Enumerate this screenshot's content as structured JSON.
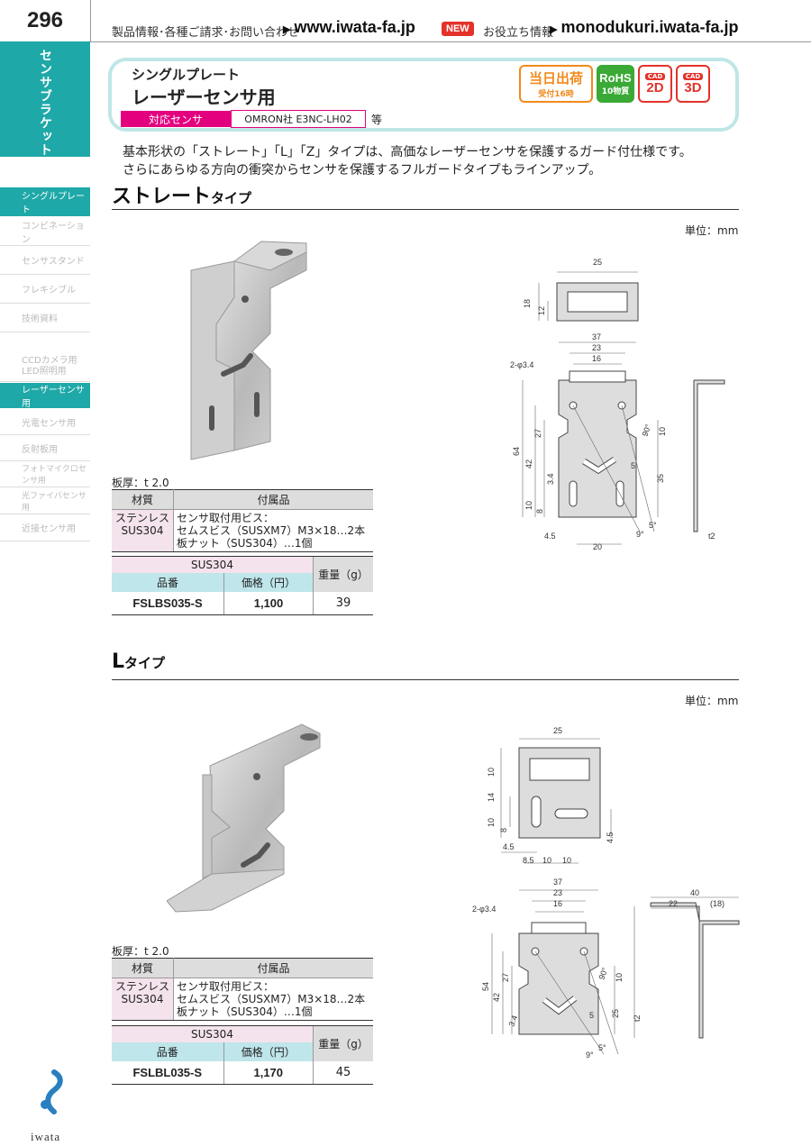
{
  "header": {
    "page_number": "296",
    "label": "製品情報･各種ご請求･お問い合わせ",
    "url": "www.iwata-fa.jp",
    "new_badge": "NEW",
    "info_label": "お役立ち情報",
    "url2": "monodukuri.iwata-fa.jp"
  },
  "sidebar": {
    "category": "センサブラケット",
    "items": [
      {
        "label": "シングルプレート"
      },
      {
        "label": "コンビネーション"
      },
      {
        "label": "センサスタンド"
      },
      {
        "label": "フレキシブル"
      },
      {
        "label": "技術資料"
      },
      {
        "label": "CCDカメラ用"
      },
      {
        "label": "LED照明用"
      },
      {
        "label": "レーザーセンサ用"
      },
      {
        "label": "光電センサ用"
      },
      {
        "label": "反射板用"
      },
      {
        "label": "フォトマイクロセンサ用"
      },
      {
        "label": "光ファイバセンサ用"
      },
      {
        "label": "近接センサ用"
      }
    ]
  },
  "title": {
    "sub": "シングルプレート",
    "main": "レーザーセンサ用",
    "sensor_label": "対応センサ",
    "sensor_value": "OMRON社 E3NC-LH02",
    "sensor_suffix": "等"
  },
  "badges": {
    "same_day_1": "当日出荷",
    "same_day_2": "受付16時",
    "rohs_1": "RoHS",
    "rohs_2": "10物質",
    "cad_label": "CAD",
    "cad2d": "2D",
    "cad3d": "3D"
  },
  "intro": {
    "line1": "基本形状の「ストレート」「L」「Z」タイプは、高価なレーザーセンサを保護するガード付仕様です。",
    "line2": "さらにあらゆる方向の衝突からセンサを保護するフルガードタイプもラインアップ。"
  },
  "sections": [
    {
      "title": "ストレート",
      "title_suffix": "タイプ",
      "unit": "単位：mm",
      "thickness": "板厚：t 2.0",
      "spec_headers": [
        "材質",
        "付属品"
      ],
      "material": [
        "ステンレス",
        "SUS304"
      ],
      "accessories": [
        "センサ取付用ビス：",
        "セムスビス（SUSXM7）M3×18…2本",
        "板ナット（SUS304）…1個"
      ],
      "price_headers": {
        "group": "SUS304",
        "part": "品番",
        "price": "価格（円）",
        "weight": "重量（g）"
      },
      "part_no": "FSLBS035-S",
      "price": "1,100",
      "weight": "39",
      "dims": {
        "top_w": "25",
        "top_h1": "18",
        "top_h2": "12",
        "w37": "37",
        "w23": "23",
        "w16": "16",
        "hole": "2-φ3.4",
        "h64": "64",
        "h42": "42",
        "h27": "27",
        "d34": "3.4",
        "d10": "10",
        "d8": "8",
        "a90": "90°",
        "r10": "10",
        "r5": "5",
        "r35": "35",
        "b45": "4.5",
        "b20": "20",
        "b9": "9°",
        "b5": "5°",
        "t2": "t2"
      }
    },
    {
      "title": "L",
      "title_suffix": "タイプ",
      "unit": "単位：mm",
      "thickness": "板厚：t 2.0",
      "spec_headers": [
        "材質",
        "付属品"
      ],
      "material": [
        "ステンレス",
        "SUS304"
      ],
      "accessories": [
        "センサ取付用ビス：",
        "セムスビス（SUSXM7）M3×18…2本",
        "板ナット（SUS304）…1個"
      ],
      "price_headers": {
        "group": "SUS304",
        "part": "品番",
        "price": "価格（円）",
        "weight": "重量（g）"
      },
      "part_no": "FSLBL035-S",
      "price": "1,170",
      "weight": "45",
      "dims": {
        "top_w": "25",
        "v10a": "10",
        "v14": "14",
        "v10b": "10",
        "v8": "8",
        "v45": "4.5",
        "h45": "4.5",
        "h85": "8.5",
        "h10a": "10",
        "h10b": "10",
        "w37": "37",
        "w23": "23",
        "w16": "16",
        "hole": "2-φ3.4",
        "h54": "54",
        "h42": "42",
        "h27": "27",
        "d34": "3.4",
        "a90": "90°",
        "r10": "10",
        "r5": "5",
        "r25": "25",
        "b9": "9°",
        "b5": "5°",
        "s40": "40",
        "s22": "22",
        "s18": "(18)",
        "t2": "t2"
      }
    }
  ],
  "logo": {
    "text": "iwata"
  }
}
